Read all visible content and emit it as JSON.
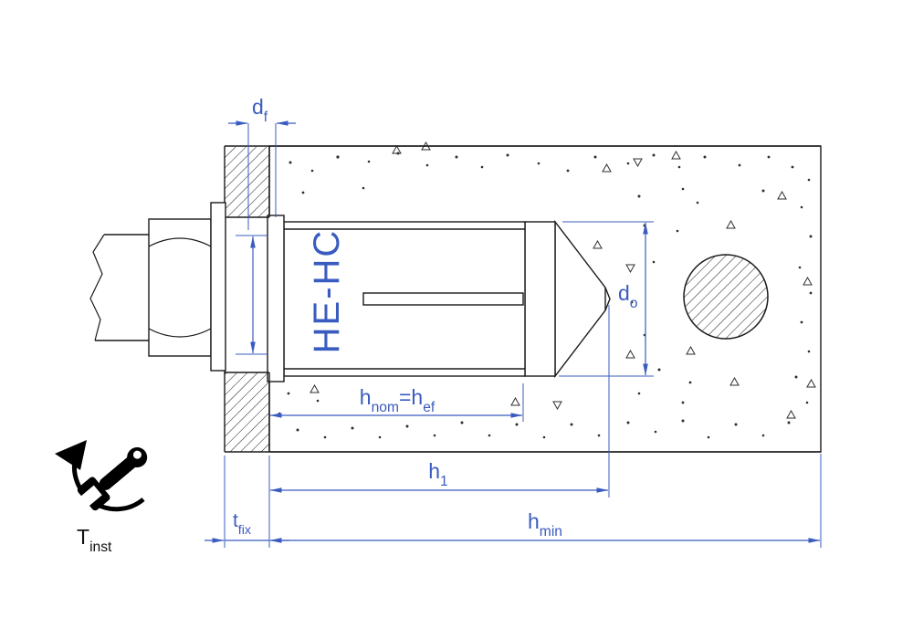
{
  "product": {
    "name": "HE-HC"
  },
  "colors": {
    "dimension_blue": "#3a5bbf",
    "line_black": "#1a1a1a"
  },
  "dimensions": {
    "df": {
      "base": "d",
      "sub": "f"
    },
    "do": {
      "base": "d",
      "sub": "o"
    },
    "hnom": {
      "base1": "h",
      "sub1": "nom",
      "base2": "=h",
      "sub2": "ef"
    },
    "h1": {
      "base": "h",
      "sub": "1"
    },
    "hmin": {
      "base": "h",
      "sub": "min"
    },
    "tfix": {
      "base": "t",
      "sub": "fix"
    },
    "tinst": {
      "base": "T",
      "sub": "inst"
    }
  }
}
